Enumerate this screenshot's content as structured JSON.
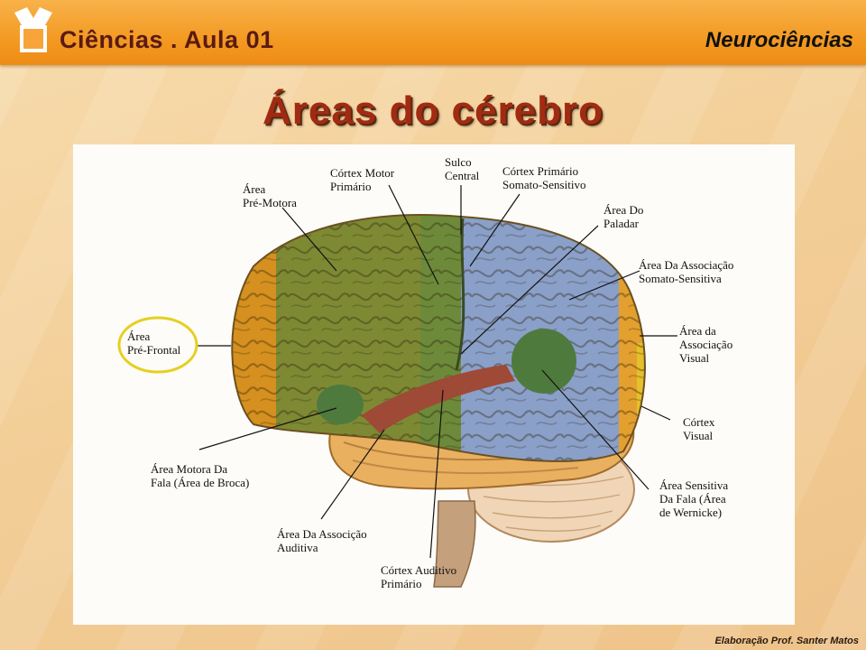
{
  "header": {
    "course": "Ciências . Aula 01",
    "topic": "Neurociências"
  },
  "title": "Áreas do cérebro",
  "labels": {
    "pre_motora": [
      "Área",
      "Pré-Motora"
    ],
    "cortex_motor": [
      "Córtex Motor",
      "Primário"
    ],
    "sulco": [
      "Sulco",
      "Central"
    ],
    "cortex_primario": [
      "Córtex Primário",
      "Somato-Sensitivo"
    ],
    "paladar": [
      "Área Do",
      "Paladar"
    ],
    "assoc_somato": [
      "Área Da Associação",
      "Somato-Sensitiva"
    ],
    "pre_frontal": [
      "Área",
      "Pré-Frontal"
    ],
    "assoc_visual": [
      "Área da",
      "Associação",
      "Visual"
    ],
    "cortex_visual": [
      "Córtex",
      "Visual"
    ],
    "broca": [
      "Área Motora Da",
      "Fala (Área de Broca)"
    ],
    "wernicke": [
      "Área Sensitiva",
      "Da Fala (Área",
      "de Wernicke)"
    ],
    "assoc_auditiva": [
      "Área Da Associção",
      "Auditiva"
    ],
    "cortex_auditivo": [
      "Córtex Auditivo",
      "Primário"
    ]
  },
  "footer": "Elaboração Prof. Santer Matos",
  "colors": {
    "header": "#f39a22",
    "course_text": "#5a1a14",
    "title": "#a12b12",
    "frontal": "#d5901f",
    "motor": "#7e8a33",
    "somatosensory": "#8aa0c8",
    "temporal": "#e9b060",
    "visual": "#e6c02a",
    "broca_wernicke": "#4f7a3e",
    "auditory": "#9e4a36",
    "highlight_ring": "#e4d020"
  }
}
